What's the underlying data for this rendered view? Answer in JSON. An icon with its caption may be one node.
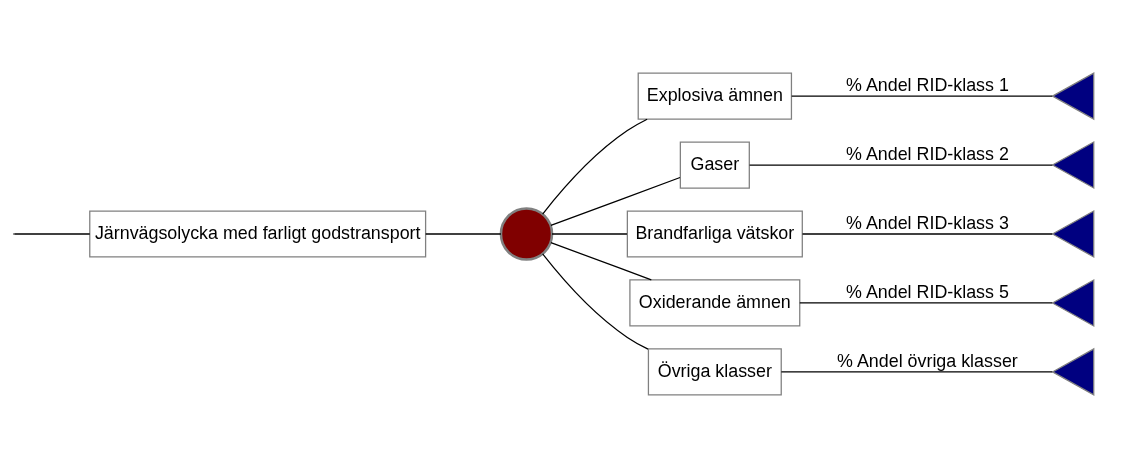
{
  "diagram": {
    "nodes": [
      {
        "text": [
          "Järnvägsolycka med farligt godstransport"
        ]
      },
      {
        "text": [],
        "shape": "circle"
      },
      {
        "text": [
          "Explosiva ämnen"
        ]
      },
      {
        "text": [
          "Gaser"
        ]
      },
      {
        "text": [
          "Brandfarliga vätskor"
        ]
      },
      {
        "text": [
          "Oxiderande ämnen"
        ]
      },
      {
        "text": [
          "Övriga klasser"
        ]
      },
      {
        "text": [],
        "shape": "triangle"
      },
      {
        "text": [],
        "shape": "triangle"
      },
      {
        "text": [],
        "shape": "triangle"
      },
      {
        "text": [],
        "shape": "triangle"
      },
      {
        "text": [],
        "shape": "triangle"
      }
    ],
    "edges": [
      {
        "from": null,
        "to": 0,
        "arrow": "none"
      },
      {
        "from": 0,
        "to": 1,
        "arrow": "none"
      },
      {
        "from": 1,
        "to": 2,
        "arrow": "none"
      },
      {
        "from": 1,
        "to": 3,
        "arrow": "none"
      },
      {
        "from": 1,
        "to": 4,
        "arrow": "none"
      },
      {
        "from": 1,
        "to": 5,
        "arrow": "none"
      },
      {
        "from": 1,
        "to": 6,
        "arrow": "none"
      },
      {
        "from": 2,
        "to": 7,
        "arrow": "none",
        "label": "% Andel RID-klass 1"
      },
      {
        "from": 3,
        "to": 8,
        "arrow": "none",
        "label": "% Andel RID-klass 2"
      },
      {
        "from": 4,
        "to": 9,
        "arrow": "none",
        "label": "% Andel RID-klass 3"
      },
      {
        "from": 5,
        "to": 10,
        "arrow": "none",
        "label": "% Andel RID-klass 5"
      },
      {
        "from": 6,
        "to": 11,
        "arrow": "none",
        "label": "% Andel övriga klasser"
      }
    ]
  }
}
